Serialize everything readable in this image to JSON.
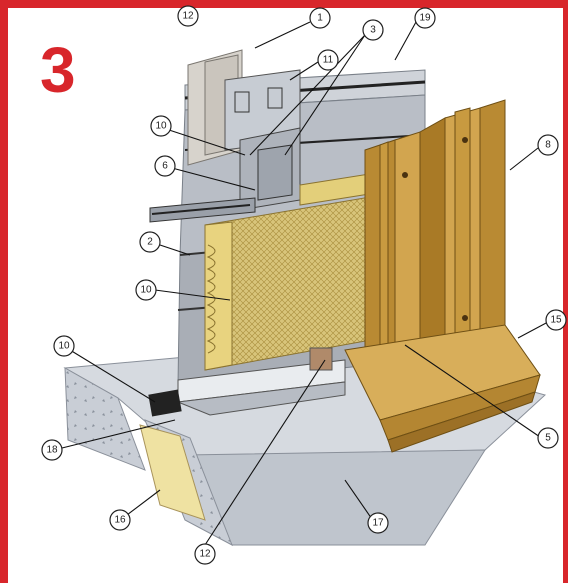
{
  "panel_number": "3",
  "colors": {
    "frame": "#d8262b",
    "cladding": "#c99a3f",
    "cladding_dark": "#9c7026",
    "insulation": "#e3cf7a",
    "concrete": "#c7ccd3",
    "metal": "#b8bec7"
  },
  "callouts": [
    {
      "label": "12"
    },
    {
      "label": "1"
    },
    {
      "label": "3"
    },
    {
      "label": "19"
    },
    {
      "label": "11"
    },
    {
      "label": "10"
    },
    {
      "label": "8"
    },
    {
      "label": "6"
    },
    {
      "label": "2"
    },
    {
      "label": "10"
    },
    {
      "label": "15"
    },
    {
      "label": "10"
    },
    {
      "label": "5"
    },
    {
      "label": "18"
    },
    {
      "label": "16"
    },
    {
      "label": "17"
    },
    {
      "label": "12"
    }
  ]
}
